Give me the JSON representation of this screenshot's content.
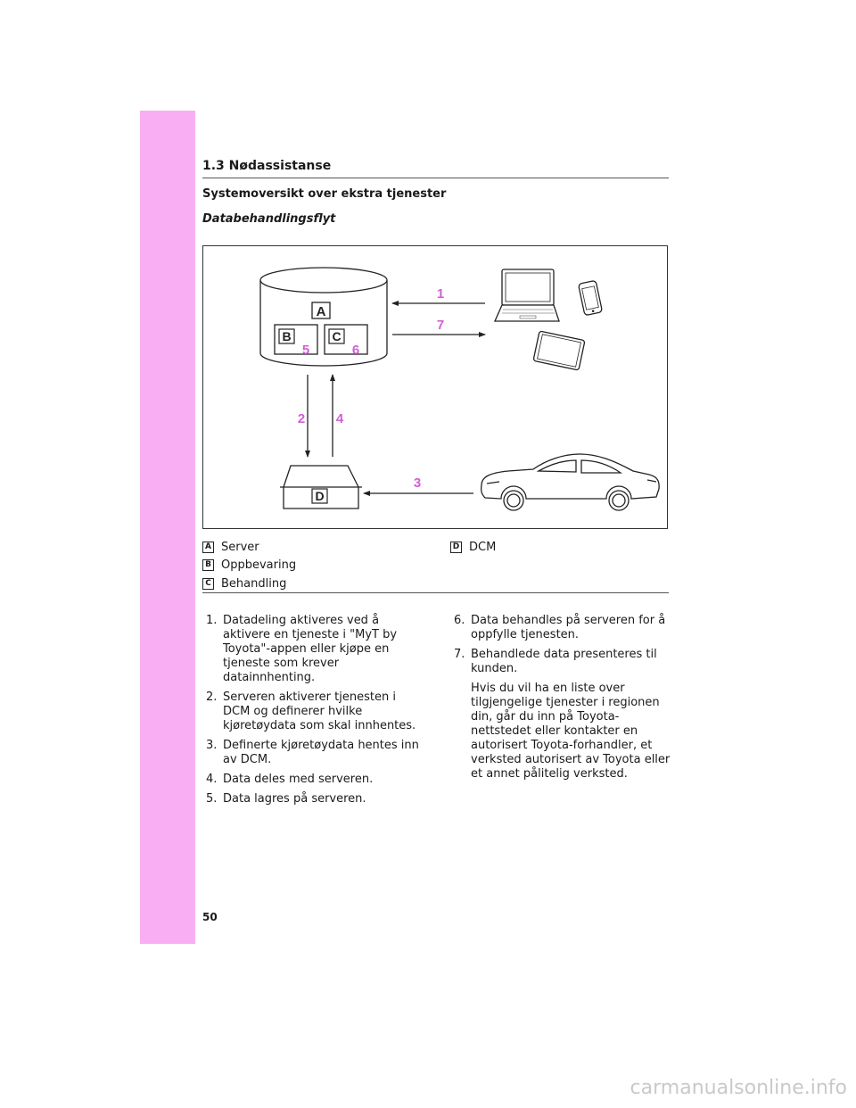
{
  "page": {
    "section_heading": "1.3 Nødassistanse",
    "subheading": "Systemoversikt over ekstra tjenester",
    "italic_heading": "Databehandlingsflyt",
    "page_number": "50",
    "watermark": "carmanualsonline.info"
  },
  "diagram": {
    "box_labels": {
      "a": "A",
      "b": "B",
      "c": "C",
      "d": "D"
    },
    "step_labels": {
      "s1": "1",
      "s2": "2",
      "s3": "3",
      "s4": "4",
      "s5": "5",
      "s6": "6",
      "s7": "7"
    },
    "colors": {
      "step_numbers": "#d25fd4",
      "strip": "#f9aef4"
    }
  },
  "legend": {
    "a": {
      "key": "A",
      "label": "Server"
    },
    "b": {
      "key": "B",
      "label": "Oppbevaring"
    },
    "c": {
      "key": "C",
      "label": "Behandling"
    },
    "d": {
      "key": "D",
      "label": "DCM"
    }
  },
  "steps_left": [
    {
      "num": "1.",
      "text": "Datadeling aktiveres ved å aktivere en tjeneste i \"MyT by Toyota\"-appen eller kjøpe en tjeneste som krever datainnhenting."
    },
    {
      "num": "2.",
      "text": "Serveren aktiverer tjenesten i DCM og definerer hvilke kjøretøydata som skal innhentes."
    },
    {
      "num": "3.",
      "text": "Definerte kjøretøydata hentes inn av DCM."
    },
    {
      "num": "4.",
      "text": "Data deles med serveren."
    },
    {
      "num": "5.",
      "text": "Data lagres på serveren."
    }
  ],
  "steps_right": [
    {
      "num": "6.",
      "text": "Data behandles på serveren for å oppfylle tjenesten."
    },
    {
      "num": "7.",
      "text": "Behandlede data presenteres til kunden.",
      "note": "Hvis du vil ha en liste over tilgjengelige tjenester i regionen din, går du inn på Toyota-nettstedet eller kontakter en autorisert Toyota-forhandler, et verksted autorisert av Toyota eller et annet pålitelig verksted."
    }
  ]
}
